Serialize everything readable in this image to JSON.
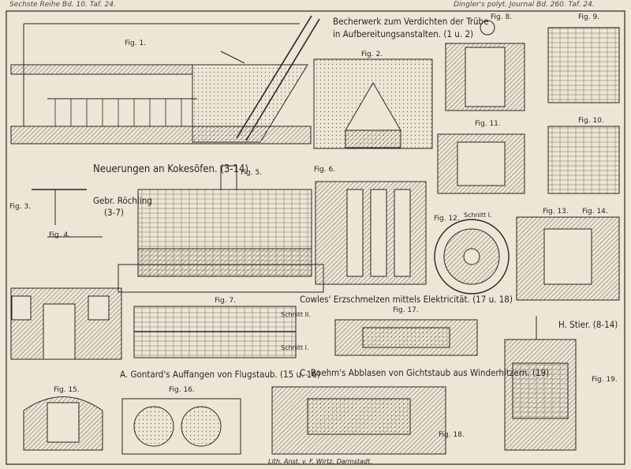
{
  "header": {
    "left": "Sechste Reihe Bd. 10. Taf. 24.",
    "right": "Dingler's polyt. Journal Bd. 260. Taf. 24."
  },
  "captions": {
    "becherwerk_line1": "Becherwerk zum Verdichten der Trübe",
    "becherwerk_line2": "in Aufbereitungsanstalten. (1 u. 2)",
    "kokesofen": "Neuerungen an Kokesöfen. (3-14)",
    "roechling_line1": "Gebr. Röchling",
    "roechling_line2": "(3-7)",
    "cowles": "Cowles' Erzschmelzen mittels Elektricität. (17 u. 18)",
    "gontard": "A. Gontard's Auffangen von Flugstaub. (15 u. 16)",
    "boehm": "C. Boehm's Abblasen von Gichtstaub aus Winderhitzern. (19)",
    "stier": "H. Stier. (8-14)",
    "schnitt_1": "Schnitt I.",
    "schnitt_I": "Schnitt I.",
    "schnitt_II": "Schnitt II.",
    "imprint": "Lith. Anst. v. F. Wirtz, Darmstadt."
  },
  "figures": {
    "fig1": "Fig. 1.",
    "fig2": "Fig. 2.",
    "fig3": "Fig. 3.",
    "fig4": "Fig. 4.",
    "fig5": "Fig. 5.",
    "fig6": "Fig. 6.",
    "fig7": "Fig. 7.",
    "fig8": "Fig. 8.",
    "fig9": "Fig. 9.",
    "fig10": "Fig. 10.",
    "fig11": "Fig. 11.",
    "fig12": "Fig. 12.",
    "fig13": "Fig. 13.",
    "fig14": "Fig. 14.",
    "fig15": "Fig. 15.",
    "fig16": "Fig. 16.",
    "fig17": "Fig. 17.",
    "fig18": "Fig. 18.",
    "fig19": "Fig. 19."
  },
  "colors": {
    "paper": "#ece6d6",
    "ink": "#2a2620",
    "hatch": "#6b6354"
  }
}
